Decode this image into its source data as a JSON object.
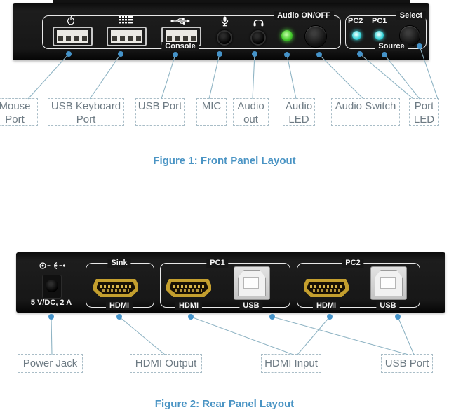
{
  "figure1": {
    "caption": "Figure 1: Front Panel Layout",
    "panel": {
      "console": "Console",
      "audio_on_off": "Audio ON/OFF",
      "pc2": "PC2",
      "pc1": "PC1",
      "select": "Select",
      "source": "Source"
    },
    "callouts": [
      {
        "text": "Mouse Port"
      },
      {
        "text": "USB Keyboard Port"
      },
      {
        "text": "USB Port"
      },
      {
        "text": "MIC"
      },
      {
        "text": "Audio out"
      },
      {
        "text": "Audio LED"
      },
      {
        "text": "Audio Switch"
      },
      {
        "text": "Port LED"
      }
    ]
  },
  "figure2": {
    "caption": "Figure 2: Rear Panel Layout",
    "panel": {
      "power_rating": "5 V/DC, 2 A",
      "sink": "Sink",
      "hdmi": "HDMI",
      "usb": "USB",
      "pc1": "PC1",
      "pc2": "PC2"
    },
    "callouts": [
      {
        "text": "Power Jack"
      },
      {
        "text": "HDMI Output"
      },
      {
        "text": "HDMI Input"
      },
      {
        "text": "USB Port"
      }
    ]
  },
  "icons": {
    "mouse": "mouse-icon",
    "keyboard": "keyboard-icon",
    "usb": "usb-trident-icon",
    "mic": "mic-icon",
    "headphones": "headphones-icon",
    "dc_power": "dc-power-icon"
  },
  "colors": {
    "accent_blue": "#4a94c4",
    "leader_line": "#8fb4c4",
    "callout_border": "#a9bdc7",
    "callout_text": "#6e7b84",
    "led_green": "#46cb2d",
    "led_cyan": "#33d0d6",
    "hdmi_gold": "#c49f2e",
    "panel_black": "#171717"
  }
}
